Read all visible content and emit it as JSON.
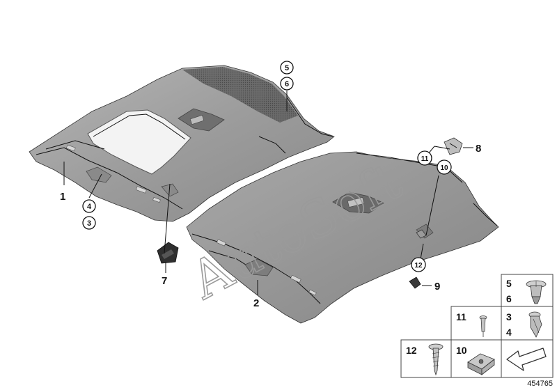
{
  "watermark": "AutoSoft",
  "document_number": "454765",
  "callouts": {
    "p1": "1",
    "p2": "2",
    "p7": "7",
    "p8": "8",
    "p9": "9",
    "front_4": "4",
    "front_3": "3",
    "front_5": "5",
    "front_6": "6",
    "rear_11": "11",
    "rear_10": "10",
    "rear_12": "12"
  },
  "legend": {
    "cell_5_6": {
      "top": "5",
      "bottom": "6"
    },
    "cell_3_4": {
      "top": "3",
      "bottom": "4"
    },
    "cell_11": "11",
    "cell_12": "12",
    "cell_10": "10"
  },
  "colors": {
    "headliner_fill": "#a3a3a3",
    "headliner_dark": "#7a7a7a",
    "headliner_edge": "#5c5c5c",
    "sunroof_glass": "#f2f2f2",
    "rear_panel": "#8f8f8f"
  }
}
